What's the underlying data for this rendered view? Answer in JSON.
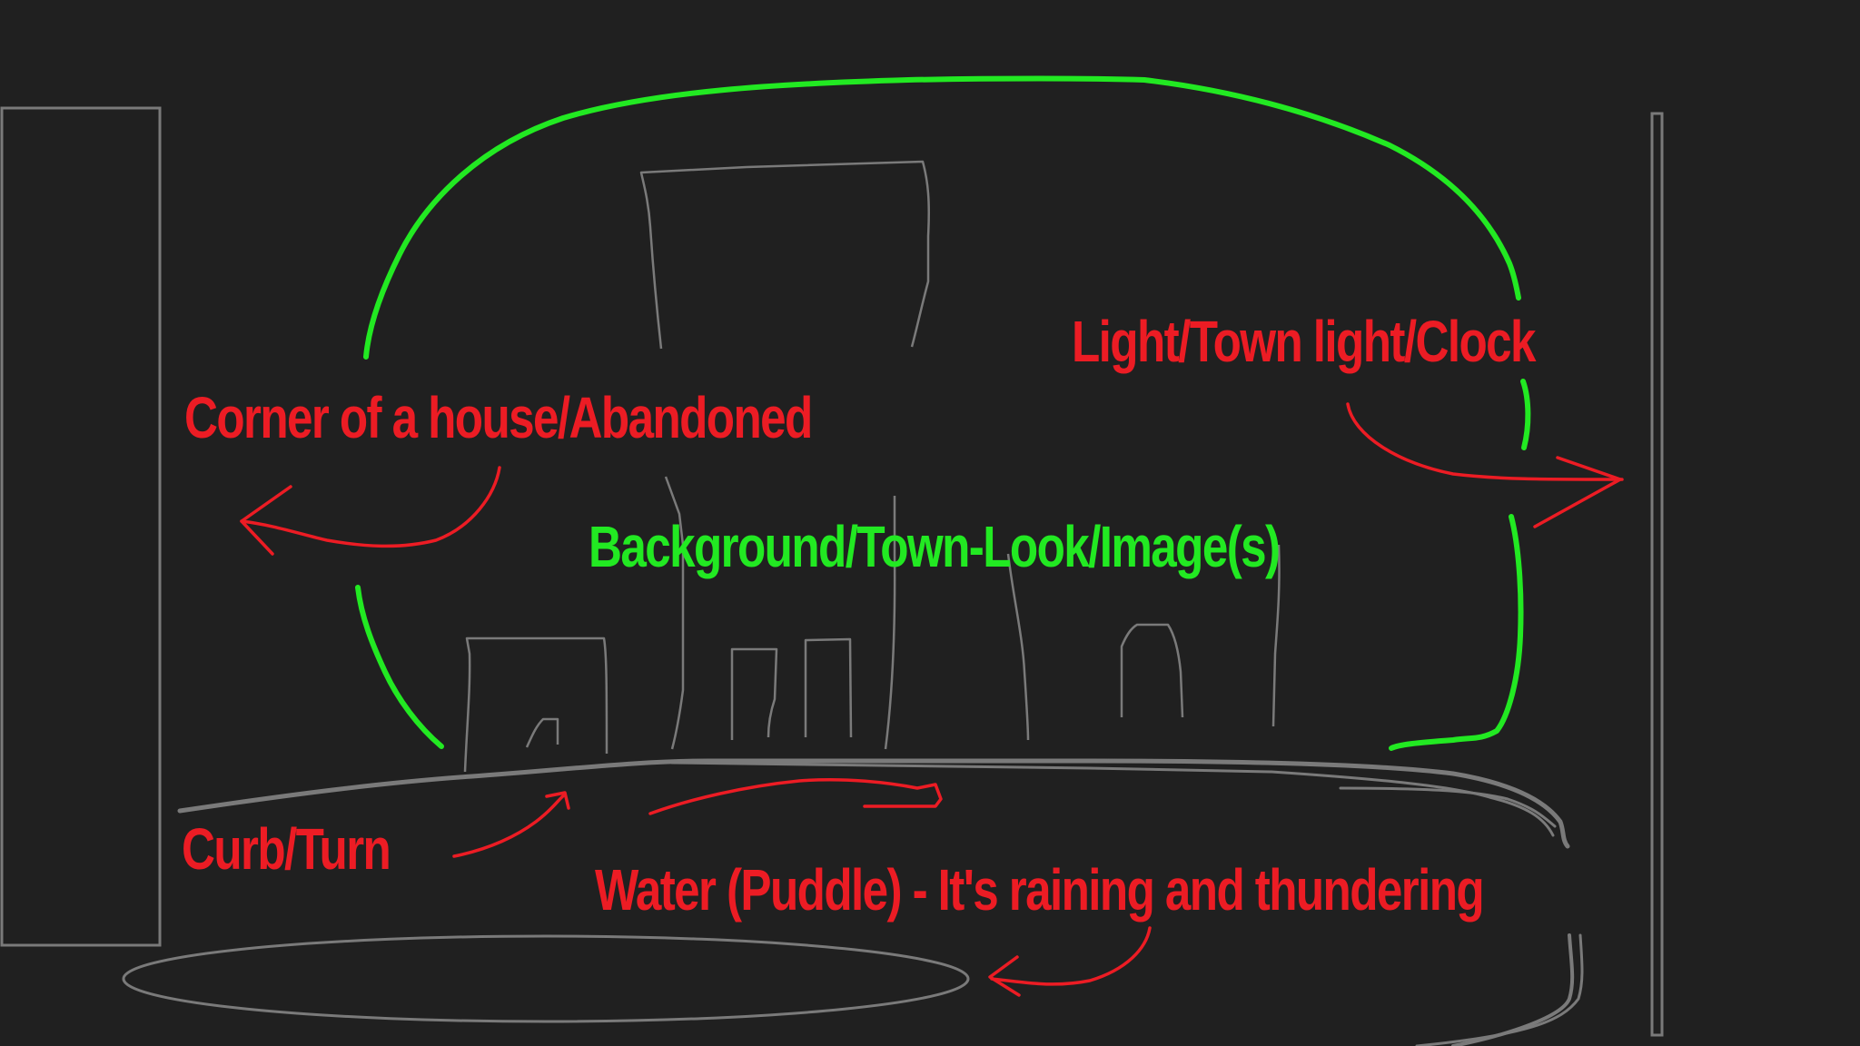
{
  "canvas": {
    "background": "#202020",
    "stroke_gray": "#7a7a7a",
    "annotation_red": "#ec1c24",
    "annotation_green": "#22e922"
  },
  "labels": {
    "corner": "Corner of a house/Abandoned",
    "light": "Light/Town light/Clock",
    "background": "Background/Town-Look/Image(s)",
    "curb": "Curb/Turn",
    "water": "Water (Puddle)  - It's raining and thundering"
  }
}
